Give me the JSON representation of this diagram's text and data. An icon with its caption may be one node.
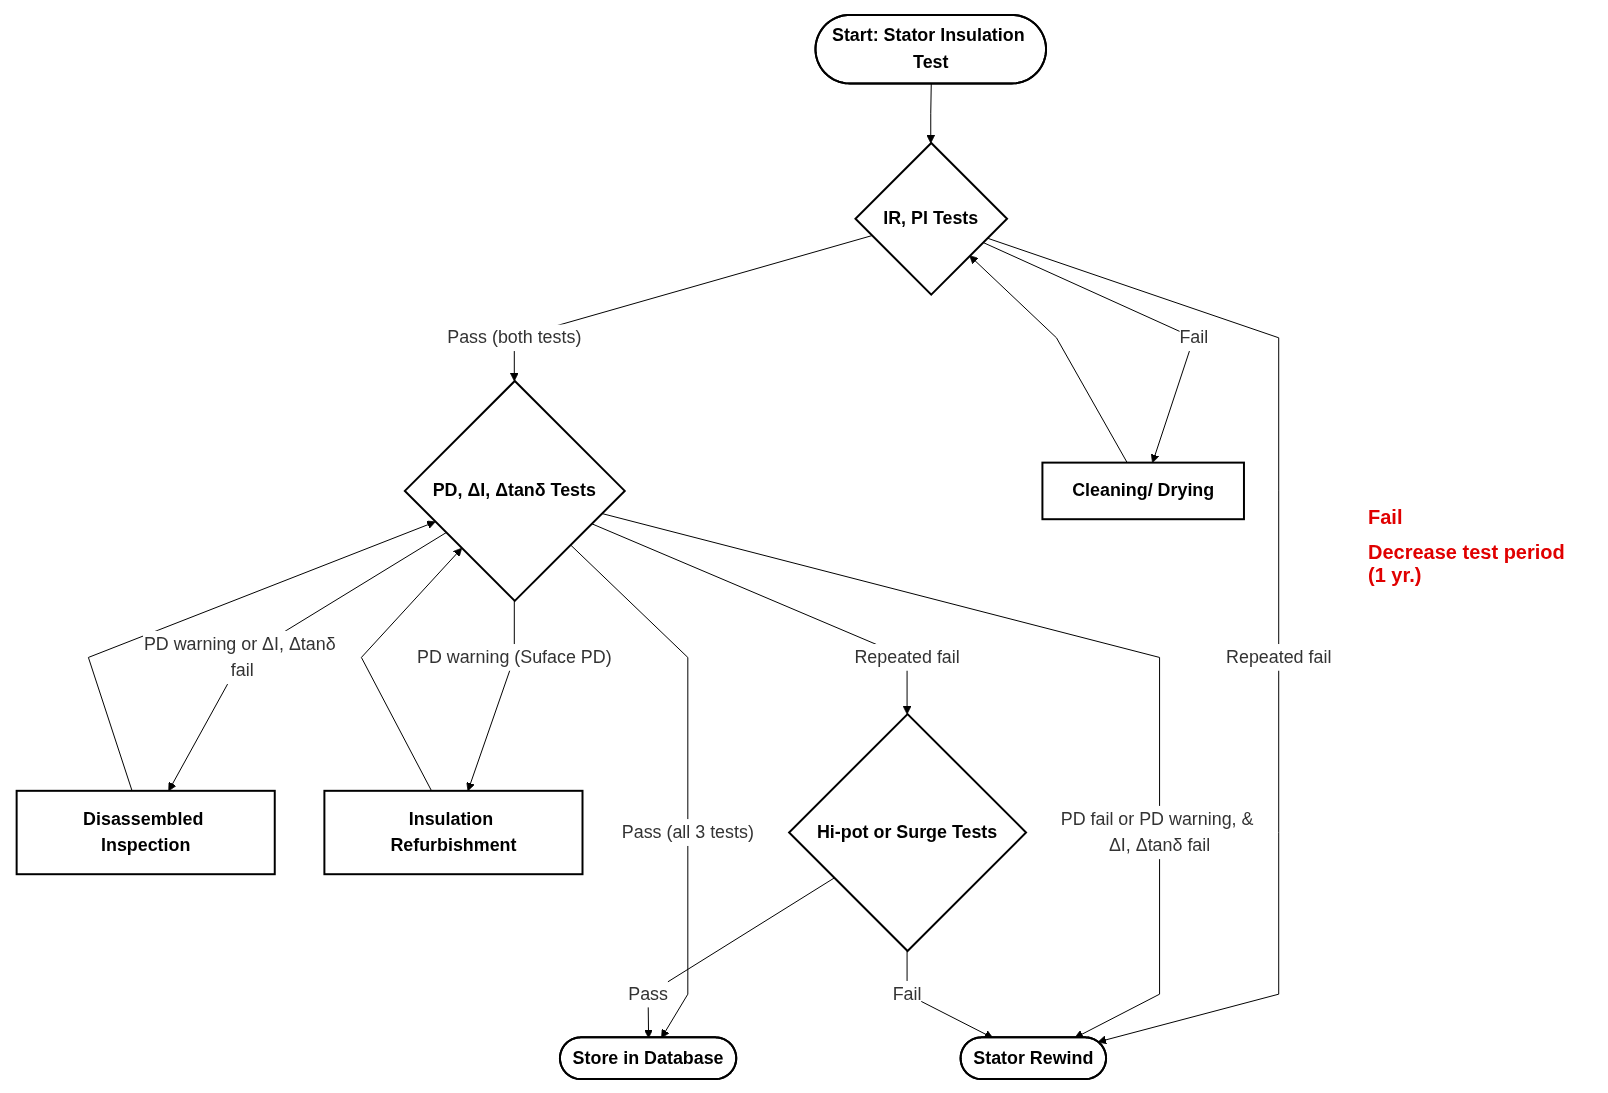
{
  "diagram": {
    "nodes": [
      {
        "text": [
          "Start: Stator Insulation Test"
        ]
      },
      {
        "text": [
          "IR, PI Tests"
        ]
      },
      {
        "text": [
          "PD, ΔI, Δtanδ Tests"
        ]
      },
      {
        "text": [
          "Store in Database"
        ]
      },
      {
        "text": [
          "Cleaning/ Drying"
        ]
      },
      {
        "text": [
          "Disassembled Inspection"
        ]
      },
      {
        "text": [
          "Insulation Refurbishment"
        ]
      },
      {
        "text": [
          "Stator Rewind"
        ]
      },
      {
        "text": [
          "Hi-pot or Surge Tests"
        ]
      }
    ],
    "edges": [
      {
        "from": 0,
        "to": 1,
        "arrow": "to"
      },
      {
        "from": 1,
        "to": 2,
        "arrow": "to",
        "label": "Pass (both tests)"
      },
      {
        "from": 1,
        "to": 4,
        "arrow": "to",
        "label": "Fail"
      },
      {
        "from": 4,
        "to": 1,
        "arrow": "to"
      },
      {
        "from": 1,
        "to": 7,
        "arrow": "to",
        "label": "Repeated fail"
      },
      {
        "from": 2,
        "to": 3,
        "arrow": "to",
        "label": "Pass (all 3 tests)"
      },
      {
        "from": 2,
        "to": 8,
        "arrow": "to",
        "label": "Repeated fail"
      },
      {
        "from": 2,
        "to": 5,
        "arrow": "to",
        "label": "PD warning or ΔI, Δtanδ fail"
      },
      {
        "from": 2,
        "to": 6,
        "arrow": "to",
        "label": "PD warning (Suface PD)"
      },
      {
        "from": 2,
        "to": 7,
        "arrow": "to",
        "label": "PD fail or PD warning, & ΔI, Δtanδ fail"
      },
      {
        "from": 5,
        "to": 2,
        "arrow": "to"
      },
      {
        "from": 6,
        "to": 2,
        "arrow": "to"
      },
      {
        "from": 8,
        "to": 7,
        "arrow": "to",
        "label": "Fail"
      },
      {
        "from": 8,
        "to": 3,
        "arrow": "to",
        "label": "Pass"
      }
    ],
    "labels": [
      "Fail",
      "Decrease test period (1 yr.)"
    ]
  }
}
